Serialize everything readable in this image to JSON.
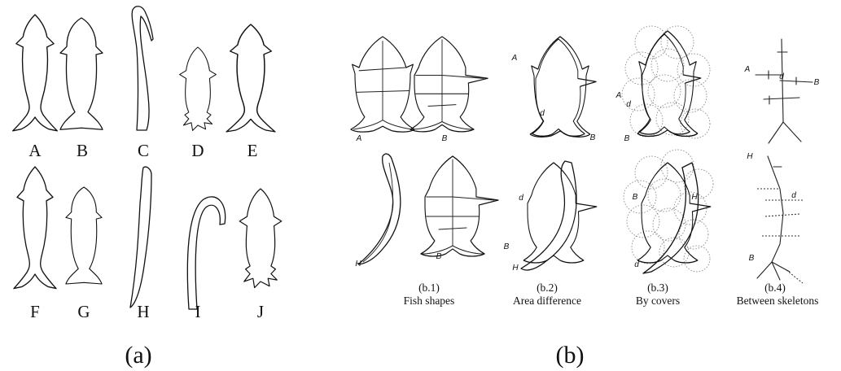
{
  "panel_a": {
    "label": "(a)",
    "letters": [
      "A",
      "B",
      "C",
      "D",
      "E",
      "F",
      "G",
      "H",
      "I",
      "J"
    ]
  },
  "panel_b": {
    "label": "(b)",
    "subpanels": [
      {
        "id": "(b.1)",
        "caption": "Fish shapes",
        "labels": [
          "A",
          "B",
          "H",
          "B"
        ]
      },
      {
        "id": "(b.2)",
        "caption": "Area difference",
        "labels": [
          "A",
          "d",
          "B",
          "d",
          "B",
          "H"
        ]
      },
      {
        "id": "(b.3)",
        "caption": "By covers",
        "labels": [
          "A",
          "d",
          "B",
          "H",
          "B",
          "d"
        ]
      },
      {
        "id": "(b.4)",
        "caption": "Between skeletons",
        "labels": [
          "A",
          "d",
          "B",
          "H",
          "d",
          "B"
        ]
      }
    ]
  }
}
